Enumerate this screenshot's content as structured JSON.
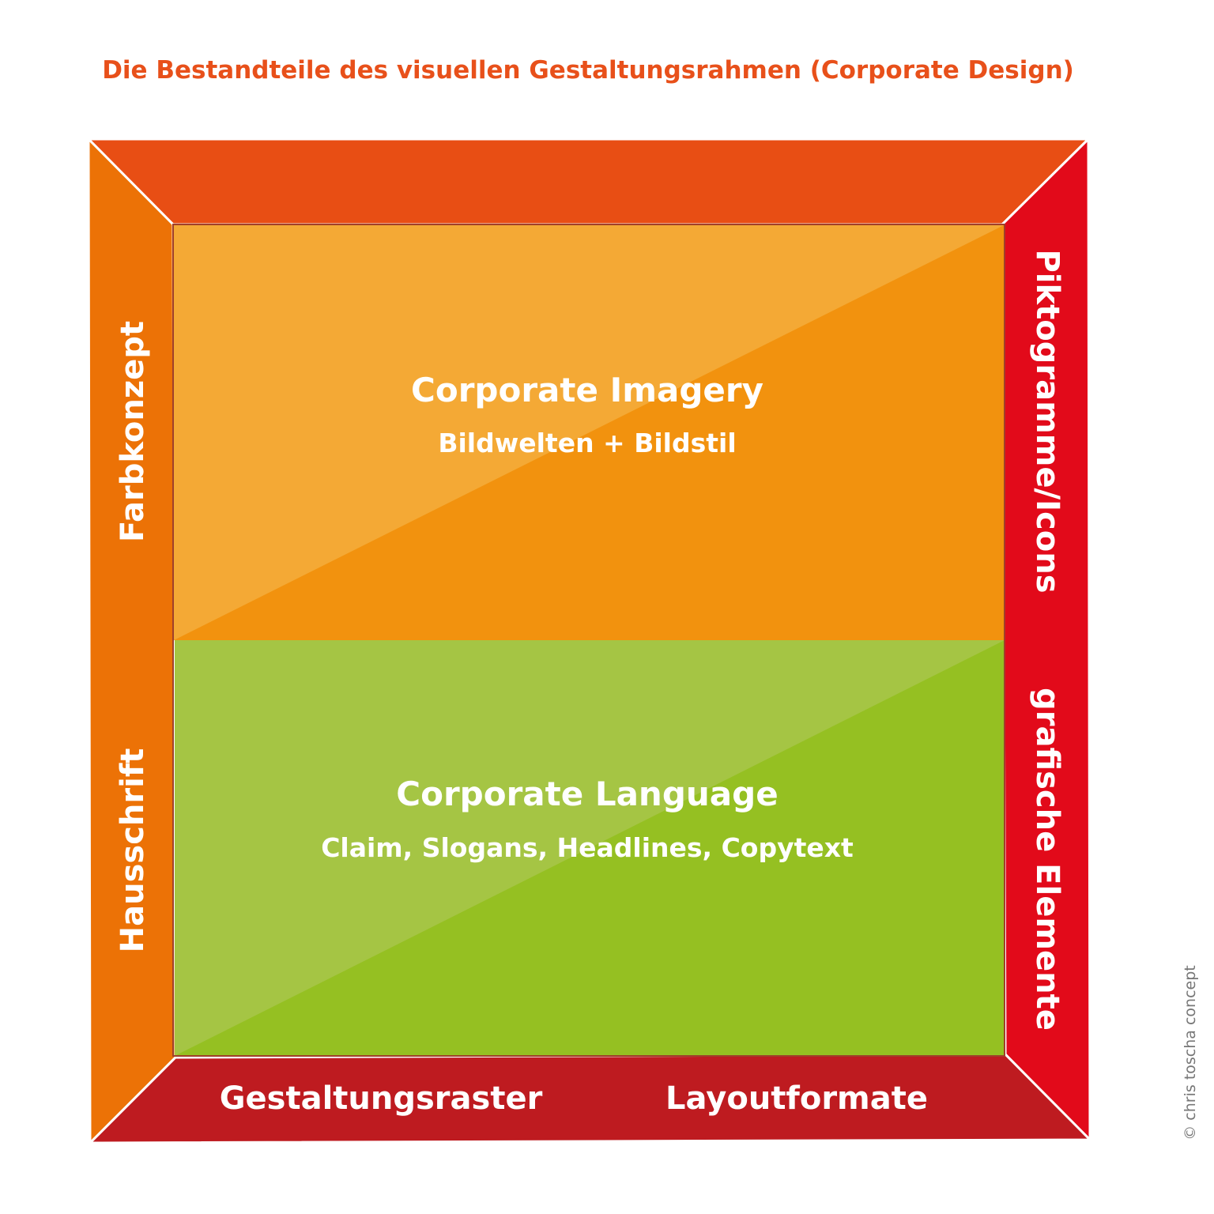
{
  "title": "Die Bestandteile des visuellen Gestaltungsrahmen (Corporate Design)",
  "colors": {
    "top": "#e84e14",
    "left": "#ec7206",
    "right": "#e20a1a",
    "bottom": "#be1b20",
    "imagery_light": "#f4a935",
    "imagery_dark": "#f2920e",
    "language_light": "#a5c544",
    "language_dark": "#95c022"
  },
  "center": {
    "imagery": {
      "title": "Corporate Imagery",
      "subtitle": "Bildwelten + Bildstil"
    },
    "language": {
      "title": "Corporate Language",
      "subtitle": "Claim, Slogans, Headlines, Copytext"
    }
  },
  "frame": {
    "left_top": "Farbkonzept",
    "left_bottom": "Hausschrift",
    "right_top": "Piktogramme/Icons",
    "right_bottom": "grafische Elemente",
    "bottom_left": "Gestaltungsraster",
    "bottom_right": "Layoutformate"
  },
  "copyright": "© chris toscha concept"
}
